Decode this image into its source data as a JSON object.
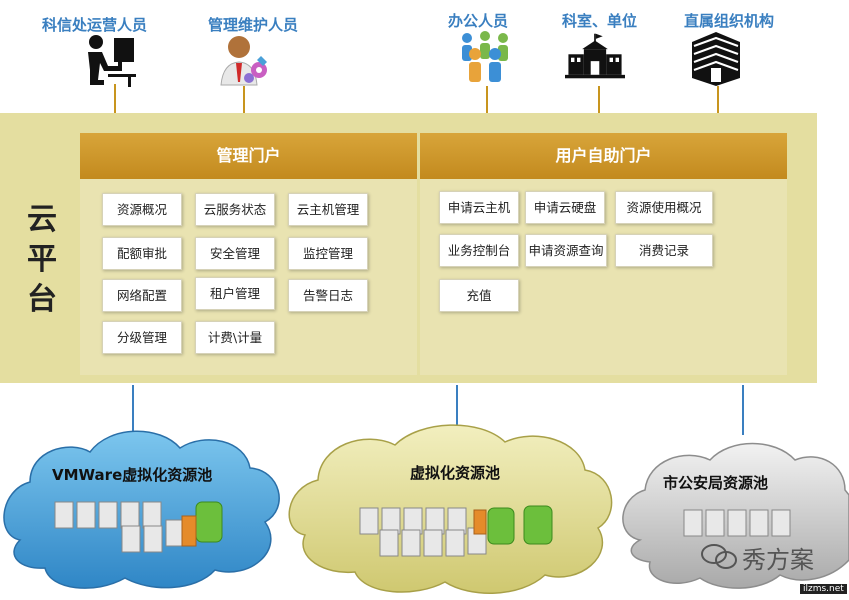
{
  "roles": [
    {
      "name": "科信处运营人员",
      "icon": "operator-computer-icon"
    },
    {
      "name": "管理维护人员",
      "icon": "maintenance-person-icon"
    },
    {
      "name": "办公人员",
      "icon": "office-people-icon"
    },
    {
      "name": "科室、单位",
      "icon": "school-building-icon"
    },
    {
      "name": "直属组织机构",
      "icon": "server-building-icon"
    }
  ],
  "platform": {
    "label": "云平台"
  },
  "portals": {
    "management": {
      "title": "管理门户",
      "items": [
        "资源概况",
        "云服务状态",
        "云主机管理",
        "配额审批",
        "安全管理",
        "监控管理",
        "网络配置",
        "租户管理",
        "告警日志",
        "分级管理",
        "计费\\计量"
      ]
    },
    "self_service": {
      "title": "用户自助门户",
      "items": [
        "申请云主机",
        "申请云硬盘",
        "资源使用概况",
        "业务控制台",
        "申请资源查询",
        "消费记录",
        "充值"
      ]
    }
  },
  "pools": [
    {
      "name": "VMWare虚拟化资源池",
      "color": "#4aa6dc"
    },
    {
      "name": "虚拟化资源池",
      "color": "#d8d27a"
    },
    {
      "name": "市公安局资源池",
      "color": "#bdbdbd"
    }
  ],
  "watermark": {
    "text": "秀方案",
    "site": "ilzms.net"
  },
  "colors": {
    "accent": "#c8951e",
    "role_text": "#3a7fc0",
    "platform_bg": "#e4dea0"
  }
}
